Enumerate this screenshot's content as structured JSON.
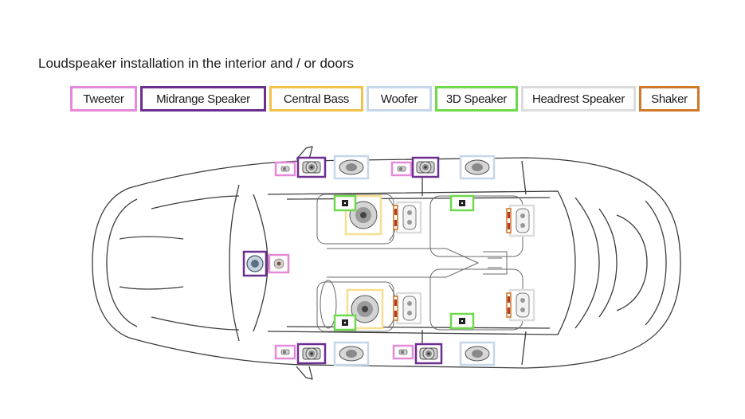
{
  "title": "Loudspeaker installation in the interior and / or doors",
  "legend": [
    {
      "label": "Tweeter",
      "color": "#e58ad8"
    },
    {
      "label": "Midrange Speaker",
      "color": "#6b2f8f"
    },
    {
      "label": "Central Bass",
      "color": "#f2c24a"
    },
    {
      "label": "Woofer",
      "color": "#c5d7ea"
    },
    {
      "label": "3D Speaker",
      "color": "#6fd94a"
    },
    {
      "label": "Headrest Speaker",
      "color": "#dcdcdc"
    },
    {
      "label": "Shaker",
      "color": "#d0792b"
    }
  ],
  "speaker_icon_names": {
    "tweeter": "tweeter-icon",
    "midrange": "midrange-speaker-icon",
    "central_bass": "central-bass-icon",
    "woofer": "woofer-icon",
    "d3": "3d-speaker-icon",
    "headrest": "headrest-speaker-icon",
    "shaker": "shaker-icon"
  }
}
